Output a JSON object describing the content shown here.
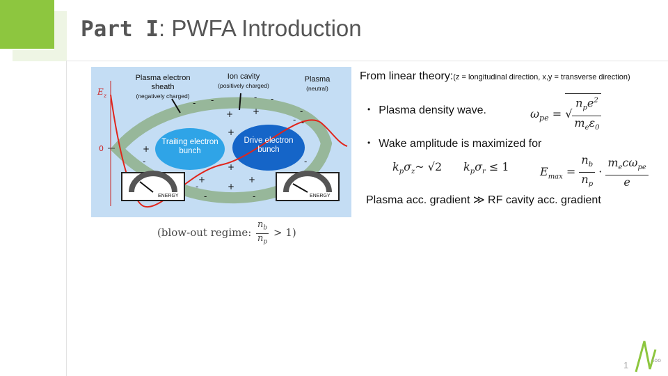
{
  "colors": {
    "accent": "#8dc63f",
    "diagram_bg": "#c4ddf4",
    "field_curve": "#e1251b"
  },
  "title": {
    "strong": "Part I",
    "rest": ": PWFA Introduction"
  },
  "diagram": {
    "labels": {
      "ez": "E",
      "ez_sub": "z",
      "zero": "0",
      "sheath": "Plasma electron sheath",
      "sheath_note": "(negatively charged)",
      "ion_cavity": "Ion cavity",
      "ion_note": "(positively charged)",
      "plasma": "Plasma",
      "plasma_note": "(neutral)",
      "trailing": "Trailing electron bunch",
      "drive": "Drive electron bunch",
      "energy_left": "ENERGY",
      "energy_right": "ENERGY"
    },
    "blowout_prefix": "(blow-out regime: ",
    "blowout_num": "n",
    "blowout_num_sub": "b",
    "blowout_den": "n",
    "blowout_den_sub": "p",
    "blowout_suffix": " > 1)"
  },
  "linear": {
    "lead": "From linear theory:",
    "note": "(z = longitudinal direction, x,y = transverse direction)"
  },
  "bullets": {
    "b1": "Plasma density wave.",
    "b2": "Wake amplitude is maximized for"
  },
  "equations": {
    "omega": "ω",
    "omega_sub": "pe",
    "eq1_num": "n",
    "eq1_num_sub": "p",
    "eq1_num_tail": "e",
    "eq1_num_sup": "2",
    "eq1_den": "m",
    "eq1_den_sub": "e",
    "eq1_den_tail": "ε",
    "eq1_den_tail_sub": "0",
    "cond1": "k",
    "cond1_sub1": "p",
    "cond1_mid": "σ",
    "cond1_sub2": "z",
    "cond1_rel": "~ √2",
    "cond2": "k",
    "cond2_sub1": "p",
    "cond2_mid": "σ",
    "cond2_sub2": "r",
    "cond2_rel": "≤ 1",
    "emax": "E",
    "emax_sub": "max",
    "emax_frac1_num": "n",
    "emax_frac1_num_sub": "b",
    "emax_frac1_den": "n",
    "emax_frac1_den_sub": "p",
    "emax_frac2_num": "m",
    "emax_frac2_num_sub": "e",
    "emax_frac2_num_tail": "cω",
    "emax_frac2_num_tail_sub": "pe",
    "emax_frac2_den": "e"
  },
  "gradient": "Plasma acc. gradient ≫ RF cavity acc. gradient",
  "page_number": "1"
}
